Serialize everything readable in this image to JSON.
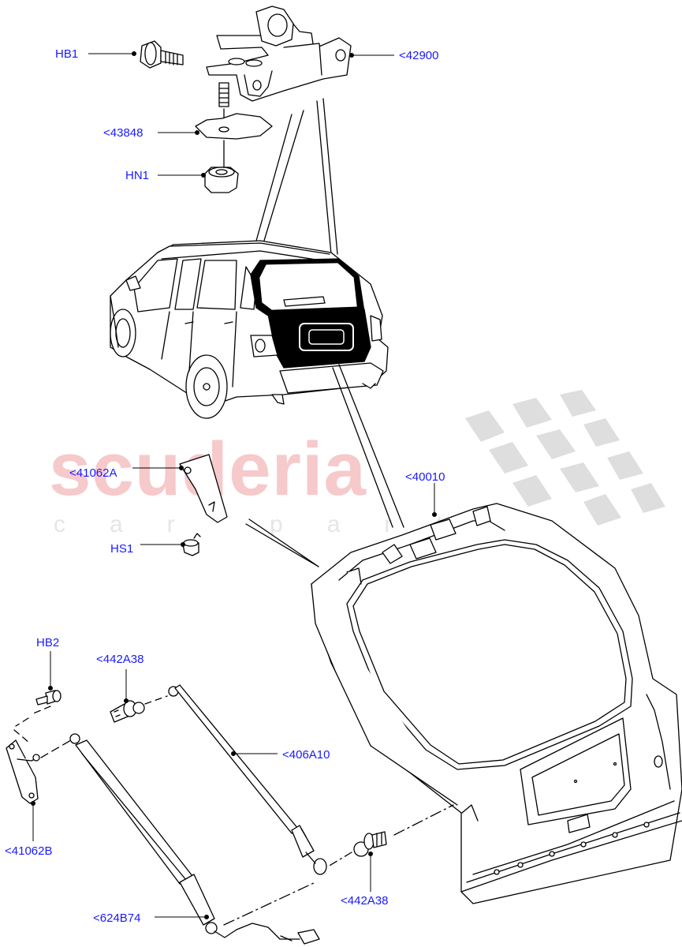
{
  "watermark": {
    "brand": "scuderia",
    "tagline": "car parts",
    "brand_color": "#f6c9cb",
    "flag_color": "#d9d9d9"
  },
  "callouts": {
    "hb1": "HB1",
    "p42900": "<42900",
    "p43848": "<43848",
    "hn1": "HN1",
    "p41062a": "<41062A",
    "p40010": "<40010",
    "hs1": "HS1",
    "hb2": "HB2",
    "p442a38_top": "<442A38",
    "p406a10": "<406A10",
    "p41062b": "<41062B",
    "p442a38_bottom": "<442A38",
    "p624b74": "<624B74"
  },
  "colors": {
    "callout_text": "#1a1aff",
    "line": "#000000",
    "part_fill": "#ffffff",
    "glass_fill": "#000000"
  }
}
